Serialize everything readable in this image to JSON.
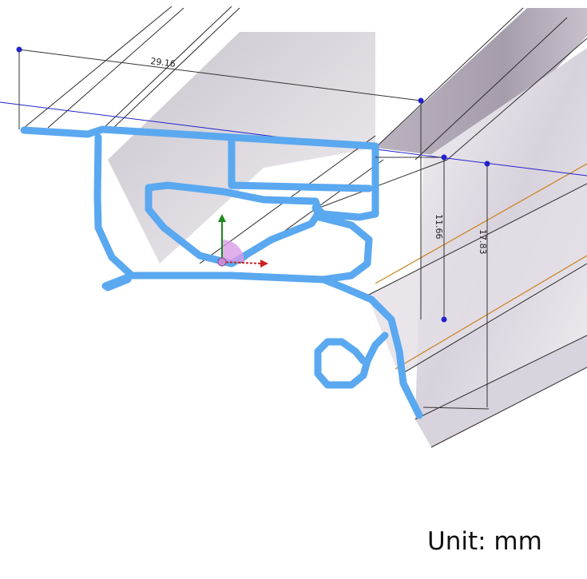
{
  "dimensions": [
    {
      "id": "width",
      "value": "29.16"
    },
    {
      "id": "inner-height",
      "value": "11.66"
    },
    {
      "id": "total-height",
      "value": "17.83"
    }
  ],
  "caption": "Unit: mm",
  "colors": {
    "profile": "#5aa8f0",
    "body": "#cfc8d2",
    "body_dark": "#a79fae",
    "edge": "#2b2b2b",
    "dimension_line": "#333333",
    "sketch_line": "#2222cc",
    "accent_line": "#c8821e",
    "axis_y": "#1a8a1a",
    "axis_x": "#cc2222",
    "origin_arc": "#d99be6"
  }
}
